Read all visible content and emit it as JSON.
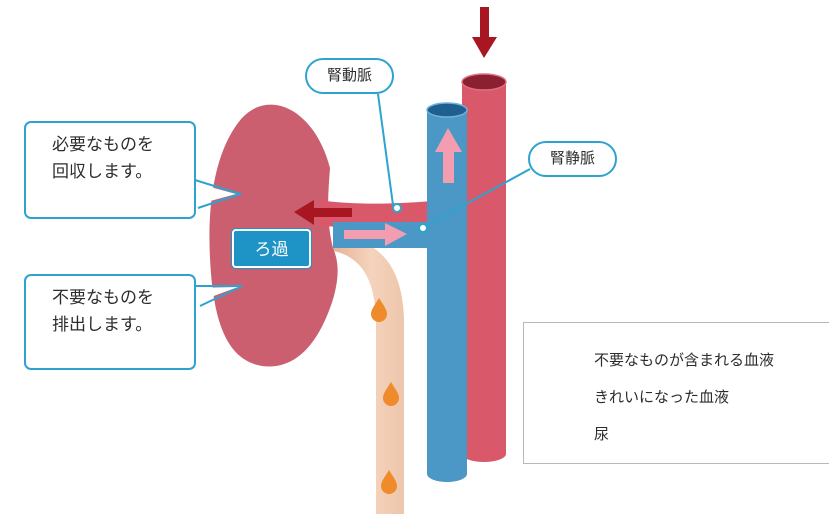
{
  "labels": {
    "renal_artery": "腎動脈",
    "renal_vein": "腎静脈",
    "reabsorb": [
      "必要なものを",
      "回収します。"
    ],
    "excrete": [
      "不要なものを",
      "排出します。"
    ],
    "filtration": "ろ過"
  },
  "legend": {
    "items": [
      {
        "icon": "dark-red-arrow-icon",
        "label": "不要なものが含まれる血液"
      },
      {
        "icon": "pink-arrow-icon",
        "label": "きれいになった血液"
      },
      {
        "icon": "urine-drops-icon",
        "label": "尿"
      }
    ]
  },
  "colors": {
    "accent_blue": "#2ea3cf",
    "filter_blue": "#1e93c5",
    "kidney": "#cb5f70",
    "artery": "#d9596b",
    "vein": "#4b97c6",
    "dark_red_arrow": "#a81622",
    "pink_arrow": "#f29eb0",
    "urine_drop": "#ef8b2a",
    "ureter": "#eec3a8"
  }
}
